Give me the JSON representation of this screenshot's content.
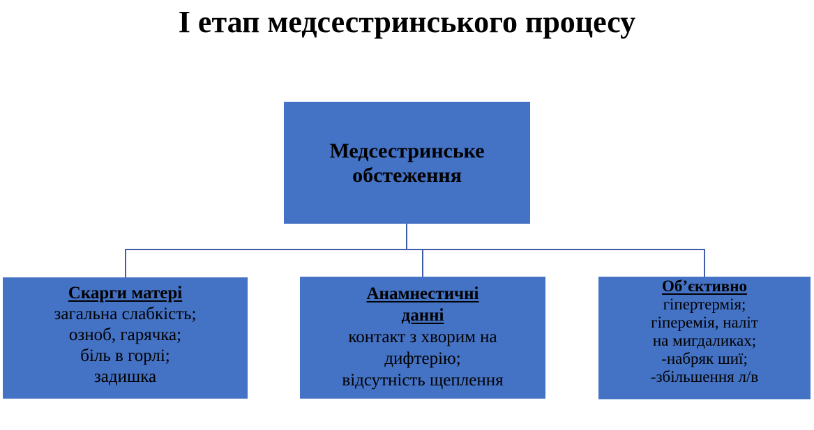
{
  "title": "І етап медсестринського процесу",
  "root": {
    "lines": [
      "Медсестринське",
      "обстеження"
    ]
  },
  "children": [
    {
      "heading_lines": [
        "Скарги матері"
      ],
      "body_lines": [
        "загальна слабкість;",
        "озноб, гарячка;",
        "біль в горлі;",
        "задишка"
      ]
    },
    {
      "heading_lines": [
        "Анамнестичні",
        "данні"
      ],
      "body_lines": [
        "контакт з хворим на",
        "дифтерію;",
        "відсутність щеплення"
      ]
    },
    {
      "heading_lines": [
        "Об’єктивно"
      ],
      "body_lines": [
        "гіпертермія;",
        "гіперемія, наліт",
        "на мигдаликах;",
        "-набряк шиї;",
        "-збільшення л/в"
      ]
    }
  ],
  "colors": {
    "box_fill": "#4472C4",
    "connector_line": "#3E5EA9",
    "text": "#000000",
    "background": "#FFFFFF"
  }
}
